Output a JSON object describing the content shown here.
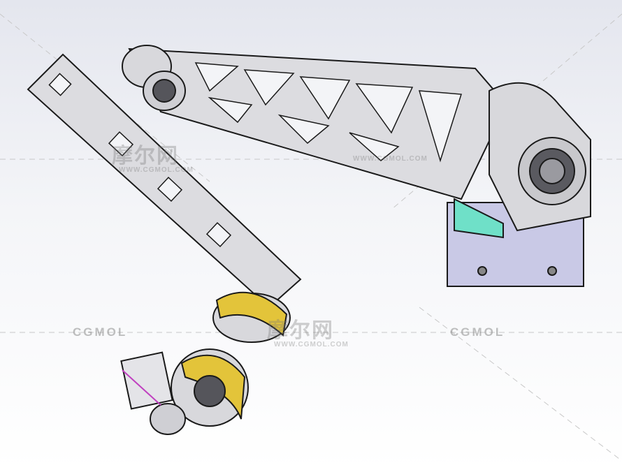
{
  "scene": {
    "description_colors": {
      "background_top": "#e4e6ee",
      "part_gray": "#d8d8dc",
      "edge": "#1a1a1a",
      "base_lavender": "#c9c9e6",
      "accent_teal": "#6fe0c8",
      "ring_yellow": "#e3c43a"
    }
  },
  "watermarks": {
    "cn_text": "摩尔网",
    "url_text": "WWW.CGMOL.COM",
    "brand_text": "CGMOL"
  }
}
